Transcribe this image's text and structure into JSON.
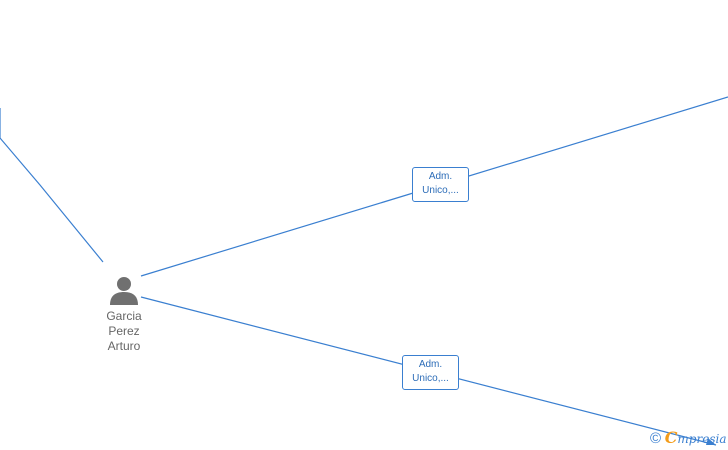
{
  "graph": {
    "person": {
      "icon": "person-icon",
      "name_lines": [
        "Garcia",
        "Perez",
        "Arturo"
      ]
    },
    "edges": [
      {
        "label_lines": [
          "Adm.",
          "Unico,..."
        ]
      },
      {
        "label_lines": [
          "Adm.",
          "Unico,..."
        ]
      }
    ]
  },
  "watermark": {
    "symbol": "©",
    "brand_initial": "C",
    "brand_rest": "mpresia"
  },
  "colors": {
    "edge": "#3a7fd0",
    "label_text": "#2d6db8",
    "node_icon": "#707070",
    "node_text": "#666666",
    "brand_accent": "#f39c1a"
  }
}
